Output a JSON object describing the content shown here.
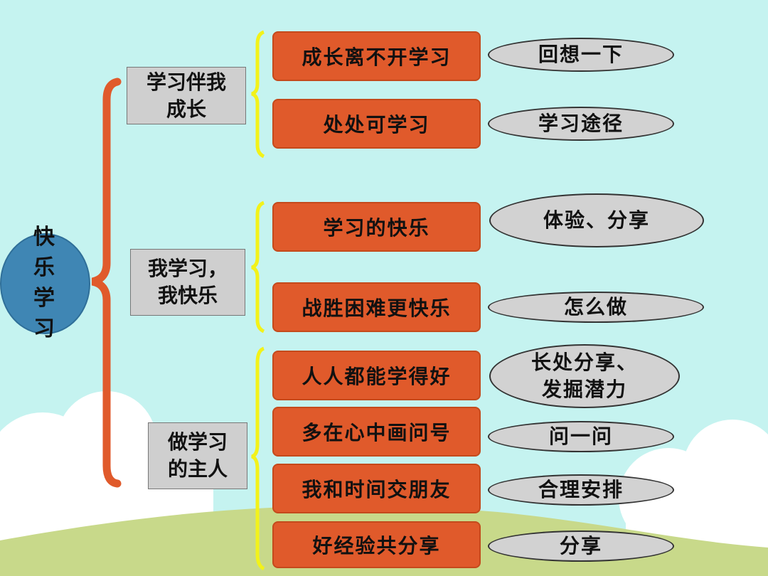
{
  "root": "快乐学习",
  "categories": [
    {
      "label": "学习伴我\n成长",
      "topics": [
        "成长离不开学习",
        "处处可学习"
      ]
    },
    {
      "label": "我学习，\n我快乐",
      "topics": [
        "学习的快乐",
        "战胜困难更快乐"
      ]
    },
    {
      "label": "做学习\n的主人",
      "topics": [
        "人人都能学得好",
        "多在心中画问号",
        "我和时间交朋友",
        "好经验共分享"
      ]
    }
  ],
  "notes": [
    "回想一下",
    "学习途径",
    "体验、分享",
    "怎么做",
    "长处分享、\n发掘潜力",
    "问一问",
    "合理安排",
    "分享"
  ],
  "colors": {
    "background": "#c5f3f0",
    "root": "#3f86b4",
    "topic": "#e05a2b",
    "category": "#cfcfcf",
    "note": "#d2d2d2",
    "main_brace": "#e05a2b",
    "sub_brace": "#f2f21a"
  }
}
